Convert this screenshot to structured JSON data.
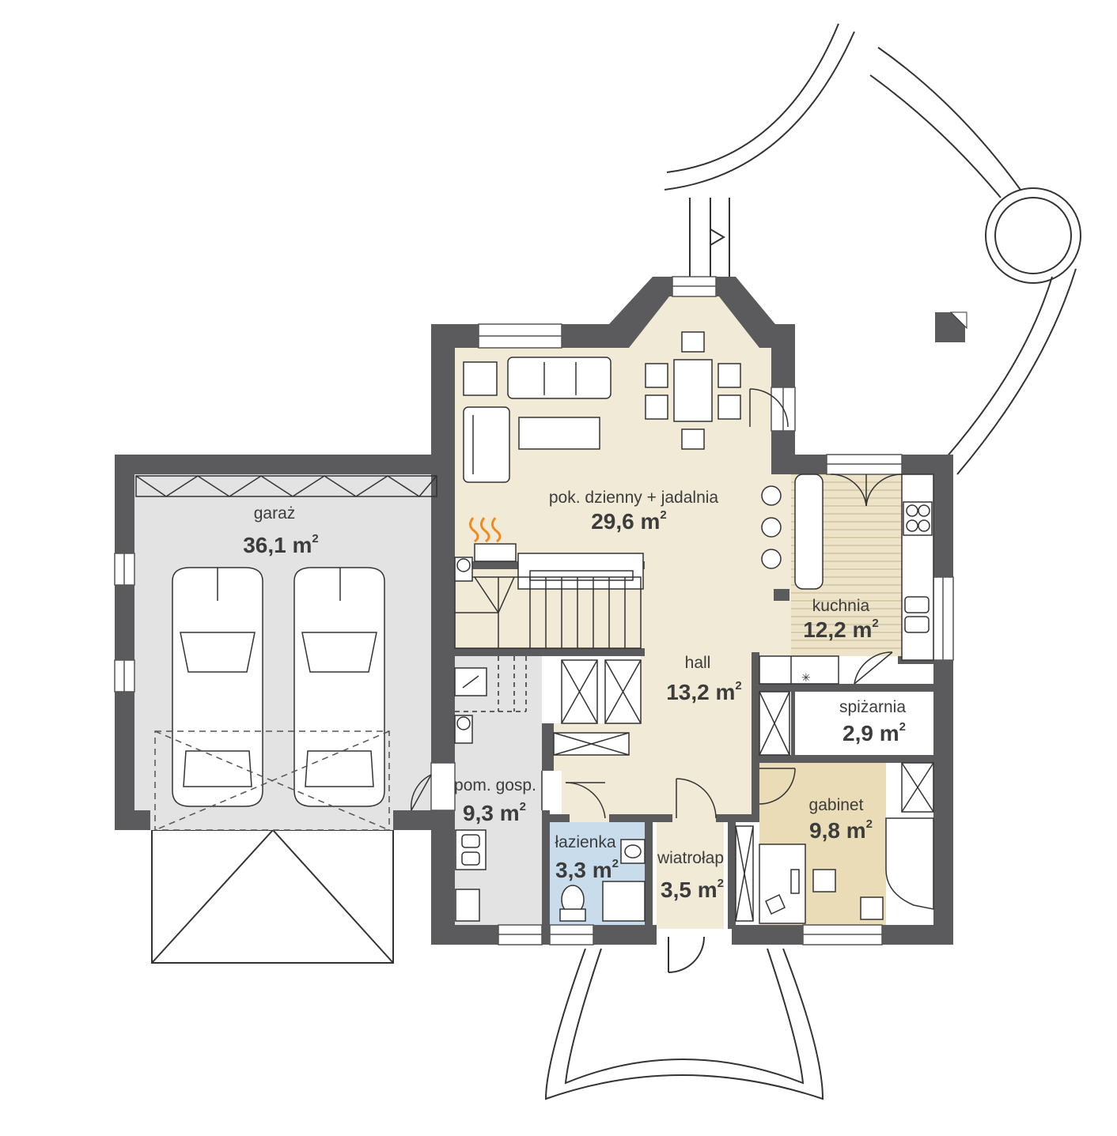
{
  "rooms": [
    {
      "id": "living",
      "name": "pok. dzienny + jadalnia",
      "area": "29,6 m",
      "sup": "2"
    },
    {
      "id": "garage",
      "name": "garaż",
      "area": "36,1 m",
      "sup": "2"
    },
    {
      "id": "kitchen",
      "name": "kuchnia",
      "area": "12,2 m",
      "sup": "2"
    },
    {
      "id": "hall",
      "name": "hall",
      "area": "13,2 m",
      "sup": "2"
    },
    {
      "id": "pantry",
      "name": "spiżarnia",
      "area": "2,9 m",
      "sup": "2"
    },
    {
      "id": "utility",
      "name": "pom. gosp.",
      "area": "9,3 m",
      "sup": "2"
    },
    {
      "id": "bathroom",
      "name": "łazienka",
      "area": "3,3 m",
      "sup": "2"
    },
    {
      "id": "vestibule",
      "name": "wiatrołap",
      "area": "3,5 m",
      "sup": "2"
    },
    {
      "id": "office",
      "name": "gabinet",
      "area": "9,8 m",
      "sup": "2"
    }
  ],
  "colors": {
    "wall": "#5b5b5d",
    "living_floor": "#f1ead7",
    "garage_floor": "#e3e3e3",
    "utility_floor": "#e3e3e3",
    "bathroom_floor": "#c9dceb",
    "office_floor": "#e9dcb6",
    "kitchen_floor": "#ede3c8",
    "fireplace": "#f08a1c",
    "line": "#333333"
  }
}
